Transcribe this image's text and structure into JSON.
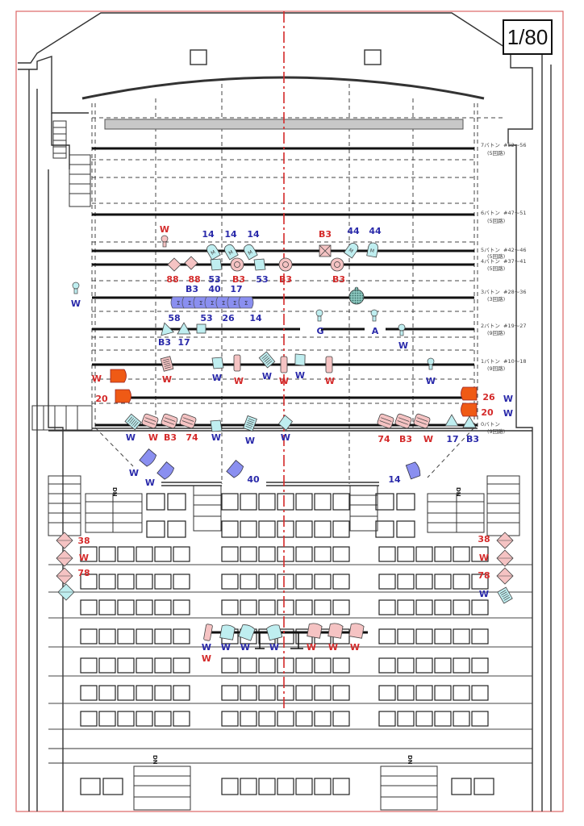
{
  "scale_label": "1/80",
  "colors": {
    "red_label": "#d42a2a",
    "blue_label": "#2a2aaa",
    "centerline": "#d42a2a",
    "fixture_cyan": "#bfeef0",
    "fixture_pink": "#f5c3c3",
    "fixture_violet": "#8a8ff0",
    "fixture_orange": "#ef5a15",
    "scrim_gray": "#c8c8c8"
  },
  "battens": [
    {
      "name": "7バトン",
      "circuits": "(5回路)",
      "range": "#52〜56"
    },
    {
      "name": "6バトン",
      "circuits": "(5回路)",
      "range": "#47〜51"
    },
    {
      "name": "5バトン",
      "circuits": "(5回路)",
      "range": "#42〜46"
    },
    {
      "name": "4バトン",
      "circuits": "(5回路)",
      "range": "#37〜41"
    },
    {
      "name": "3バトン",
      "circuits": "(3回路)",
      "range": "#28〜36"
    },
    {
      "name": "2バトン",
      "circuits": "(9回路)",
      "range": "#19〜27"
    },
    {
      "name": "1バトン",
      "circuits": "(9回路)",
      "range": "#10〜18"
    },
    {
      "name": "0バトン",
      "circuits": "(9回路)",
      "range": ""
    }
  ],
  "fixtures": [
    {
      "type": "pc-lamp",
      "color": "pink",
      "label": "W",
      "label_color": "red"
    },
    {
      "type": "ellipsoidal",
      "color": "cyan",
      "label": "14",
      "label_color": "blue"
    },
    {
      "type": "ellipsoidal",
      "color": "cyan",
      "label": "14",
      "label_color": "blue"
    },
    {
      "type": "ellipsoidal",
      "color": "cyan",
      "label": "14",
      "label_color": "blue"
    },
    {
      "type": "profile",
      "color": "pink",
      "label": "88",
      "label_color": "red"
    },
    {
      "type": "profile",
      "color": "pink",
      "label": "88",
      "label_color": "red"
    },
    {
      "type": "fresnel",
      "color": "cyan",
      "label": "53",
      "label_color": "blue"
    },
    {
      "type": "par",
      "color": "pink",
      "label": "B3",
      "label_color": "red"
    },
    {
      "type": "fresnel",
      "color": "cyan",
      "label": "53",
      "label_color": "blue"
    },
    {
      "type": "par",
      "color": "pink",
      "label": "B3",
      "label_color": "red"
    },
    {
      "type": "strobe",
      "color": "pink",
      "label": "B3",
      "label_color": "red"
    },
    {
      "type": "ellipsoidal",
      "color": "cyan",
      "label": "44",
      "label_color": "blue"
    },
    {
      "type": "ellipsoidal",
      "color": "cyan",
      "label": "44",
      "label_color": "blue"
    },
    {
      "type": "par",
      "color": "pink",
      "label": "B3",
      "label_color": "red"
    },
    {
      "type": "lamp",
      "color": "cyan",
      "label": "W",
      "label_color": "blue"
    },
    {
      "type": "cyclorama-row",
      "color": "violet",
      "labels_top": [
        "B3",
        "40",
        "17"
      ],
      "labels_bottom": [
        "58",
        "53",
        "26",
        "14"
      ],
      "label_color": "blue"
    },
    {
      "type": "mirror-ball",
      "color": "teal"
    },
    {
      "type": "fresnel",
      "color": "cyan",
      "label": "B3",
      "label_color": "blue"
    },
    {
      "type": "fresnel",
      "color": "cyan",
      "label": "17",
      "label_color": "blue"
    },
    {
      "type": "gobo",
      "color": "cyan",
      "label": "",
      "label_color": "blue"
    },
    {
      "type": "lamp",
      "color": "cyan",
      "label": "G",
      "label_color": "blue"
    },
    {
      "type": "lamp",
      "color": "cyan",
      "label": "A",
      "label_color": "blue"
    },
    {
      "type": "lamp",
      "color": "cyan",
      "label": "W",
      "label_color": "blue"
    },
    {
      "type": "orange-spot",
      "color": "orange",
      "label": "W",
      "label_color": "red"
    },
    {
      "type": "orange-spot",
      "color": "orange",
      "label": "20",
      "label_color": "red"
    },
    {
      "type": "led-bar",
      "color": "pink",
      "label": "W",
      "label_color": "red"
    },
    {
      "type": "fresnel",
      "color": "cyan",
      "label": "W",
      "label_color": "blue"
    },
    {
      "type": "par-can",
      "color": "pink",
      "label": "W",
      "label_color": "red"
    },
    {
      "type": "led-bar",
      "color": "cyan",
      "label": "W",
      "label_color": "blue"
    },
    {
      "type": "par-can",
      "color": "pink",
      "label": "W",
      "label_color": "red"
    },
    {
      "type": "fresnel",
      "color": "cyan",
      "label": "W",
      "label_color": "blue"
    },
    {
      "type": "par-can",
      "color": "pink",
      "label": "W",
      "label_color": "red"
    },
    {
      "type": "lamp",
      "color": "cyan",
      "label": "W",
      "label_color": "blue"
    },
    {
      "type": "orange-spot",
      "color": "orange",
      "label": "26",
      "label_color": "red"
    },
    {
      "type": "orange-spot",
      "color": "orange",
      "label": "20",
      "label_color": "red"
    }
  ],
  "labels": {
    "row0_left": [
      "W",
      "W",
      "B3",
      "74",
      "W",
      "W",
      "W"
    ],
    "row0_left_colors": [
      "blue",
      "red",
      "red",
      "red",
      "blue",
      "blue",
      "blue"
    ],
    "row0_right": [
      "74",
      "B3",
      "W",
      "17",
      "B3"
    ],
    "row0_right_colors": [
      "red",
      "red",
      "red",
      "blue",
      "blue"
    ],
    "side_right": [
      "W",
      "W"
    ],
    "foh": [
      "W",
      "W",
      "40",
      "14"
    ],
    "house_left": [
      "38",
      "W",
      "78"
    ],
    "house_right": [
      "38",
      "W",
      "78",
      "W"
    ],
    "rail": [
      "W",
      "W",
      "W",
      "W",
      "W",
      "W",
      "W",
      "W"
    ],
    "rail_colors": [
      "blue",
      "red",
      "blue",
      "blue",
      "blue",
      "red",
      "red",
      "red"
    ]
  },
  "stairs_mark": "DN"
}
